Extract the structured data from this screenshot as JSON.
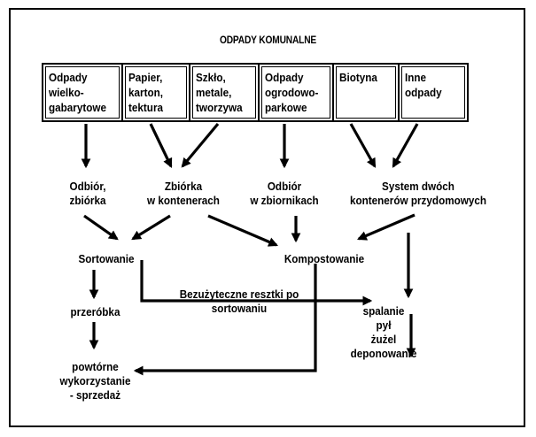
{
  "title": "ODPADY KOMUNALNE",
  "categories": [
    "Odpady\nwielko-\ngabarytowe",
    "Papier,\nkarton,\ntektura",
    "Szkło,\nmetale,\ntworzywa",
    "Odpady\nogrodowo-\nparkowe",
    "Biotyna",
    "Inne\nodpady"
  ],
  "collection": {
    "odbior_zbiorka": "Odbiór,\nzbiórka",
    "zbiorka_kontenery": "Zbiórka\nw kontenerach",
    "odbior_zbiorniki": "Odbiór\nw zbiornikach",
    "system_dwoch": "System dwóch\nkontenerów przydomowych"
  },
  "processing": {
    "sortowanie": "Sortowanie",
    "kompostowanie": "Kompostowanie",
    "przerobka": "przeróbka",
    "powtorne": "powtórne\nwykorzystanie\n- sprzedaż",
    "bezuzyteczne": "Bezużyteczne resztki po\nsortowaniu",
    "spalanie": "spalanie\npył\nżużel\ndeponowanie"
  }
}
